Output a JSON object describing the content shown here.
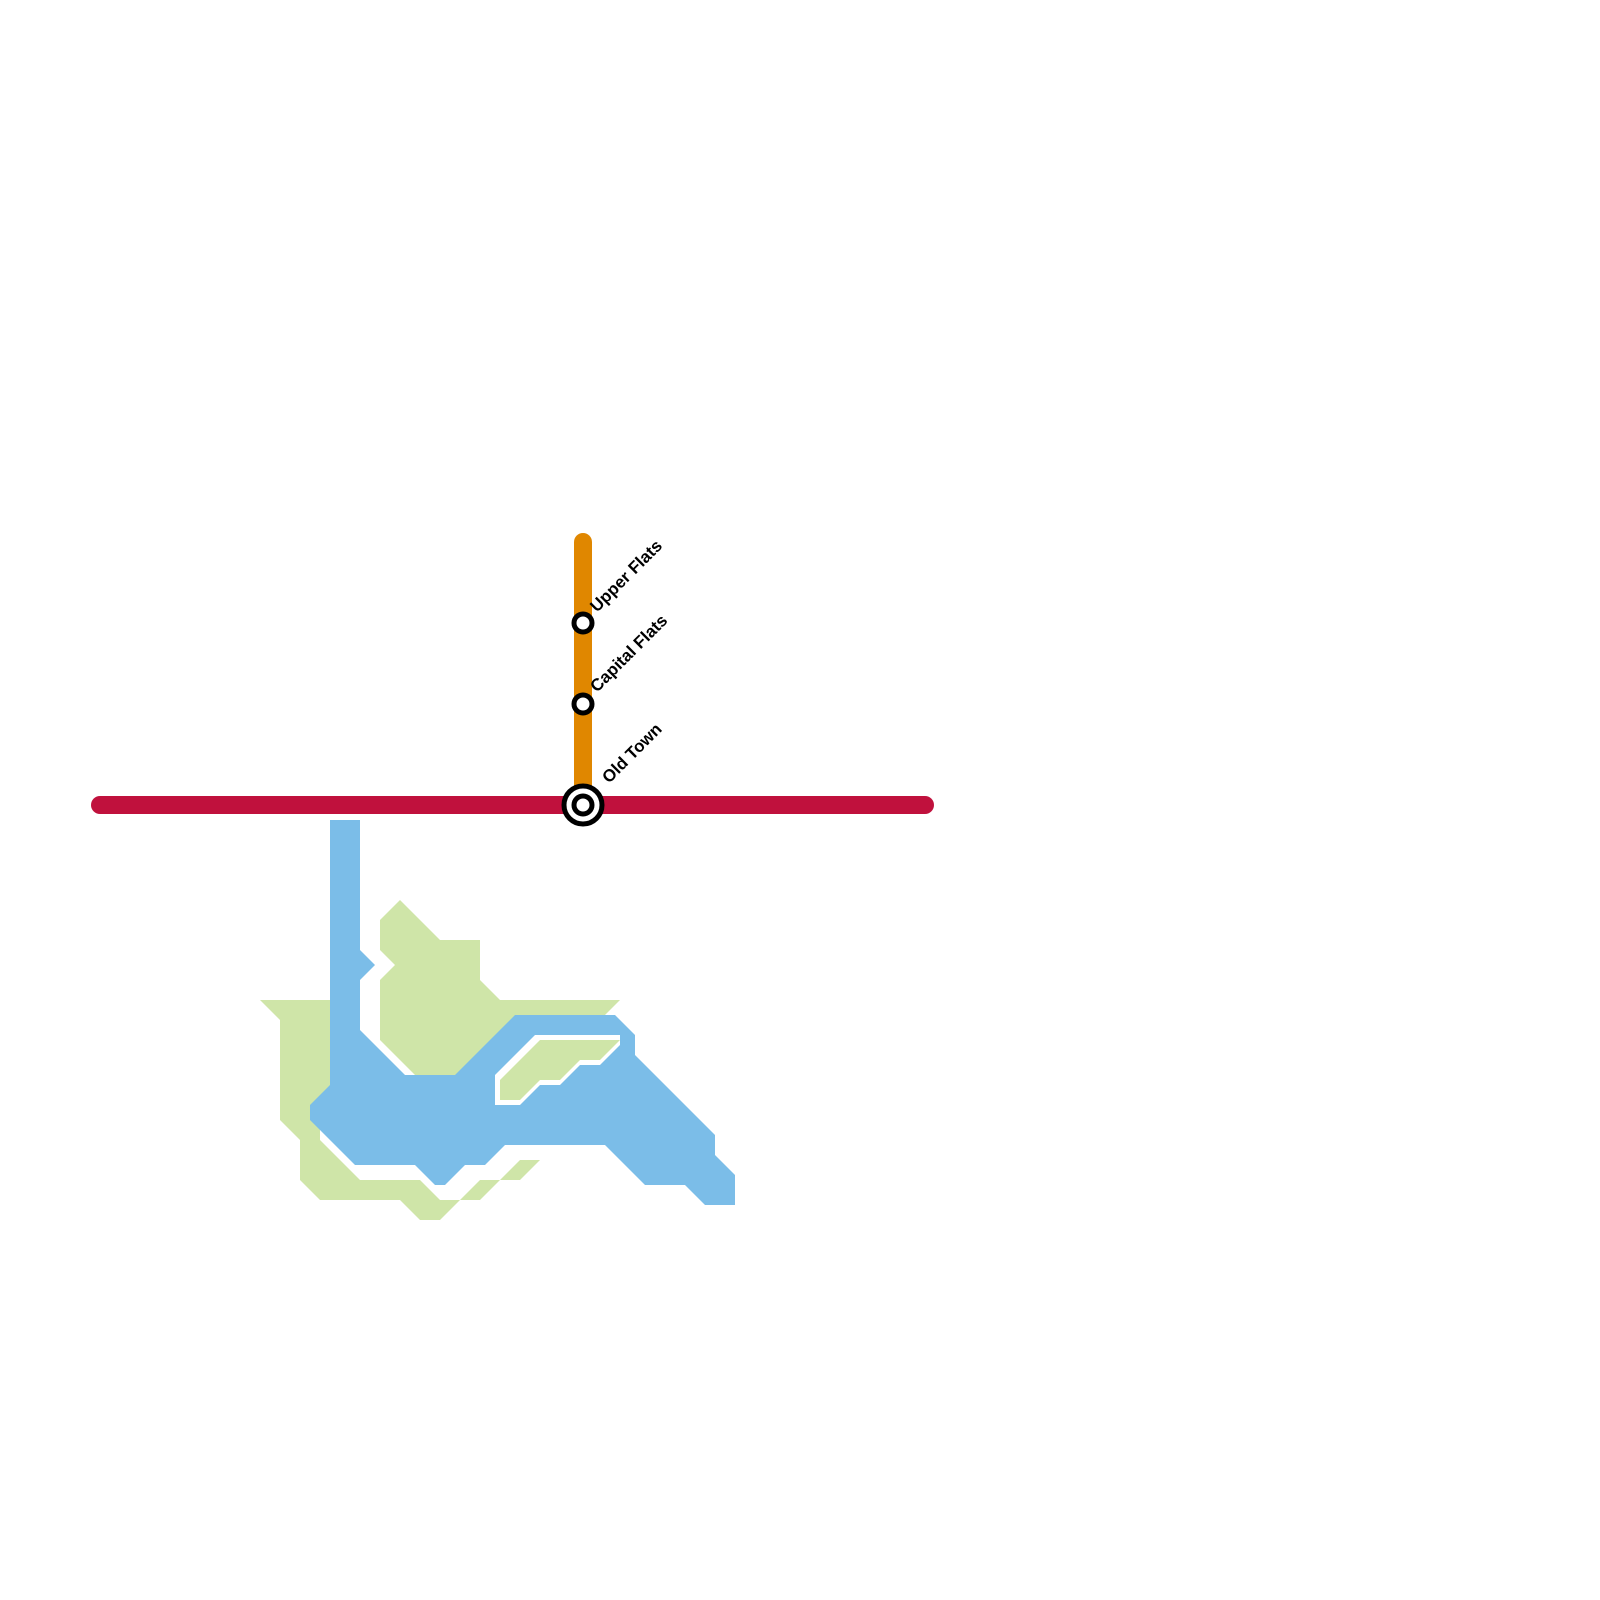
{
  "map": {
    "background_color": "#ffffff",
    "parks_color": "#cfe5a8",
    "water_color": "#7bbde8"
  },
  "lines": [
    {
      "id": "red",
      "color": "#c0113d"
    },
    {
      "id": "orange",
      "color": "#e08700"
    }
  ],
  "stations": [
    {
      "id": "upper-flats",
      "name": "Upper Flats",
      "type": "stop"
    },
    {
      "id": "capital-flats",
      "name": "Capital Flats",
      "type": "stop"
    },
    {
      "id": "old-town",
      "name": "Old Town",
      "type": "interchange"
    }
  ]
}
